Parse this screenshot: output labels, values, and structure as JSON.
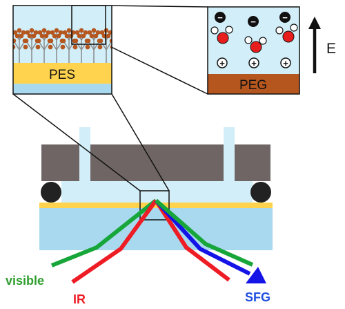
{
  "labels": {
    "pes": "PES",
    "peg": "PEG",
    "field": "E",
    "visible": "visible",
    "ir": "IR",
    "sfg": "SFG"
  },
  "ions": {
    "negative": "−",
    "positive": "+"
  },
  "colors": {
    "inset_bg": "#d2eef8",
    "pes_layer": "#ffd34d",
    "substrate": "#a8d9ef",
    "brown": "#b5561f",
    "gray_block": "#6f6565",
    "oxygen": "#e81e1e",
    "beam_visible": "#17a63a",
    "beam_ir": "#ee1c24",
    "beam_sfg": "#1414e6",
    "label_visible": "#2e9e2e",
    "label_ir": "#ee1c24",
    "label_sfg": "#1f4fe0"
  }
}
